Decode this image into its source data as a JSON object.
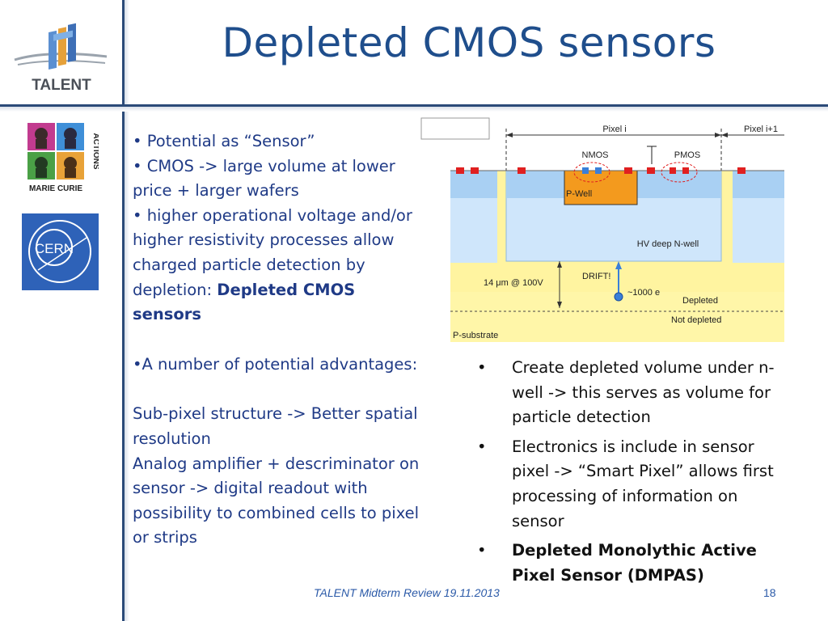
{
  "slide": {
    "title": "Depleted CMOS sensors",
    "footer": "TALENT Midterm Review 19.11.2013",
    "page_number": "18"
  },
  "logos": {
    "talent_text": "TALENT",
    "marie_curie_text": "MARIE CURIE",
    "actions_text": "ACTIONS",
    "cern_text": "CERN"
  },
  "left_column": {
    "bullet1": "• Potential as “Sensor”",
    "bullet2": "• CMOS -> large volume at lower price + larger wafers",
    "bullet3_plain": "• higher operational voltage and/or higher resistivity processes allow charged  particle detection by depletion: ",
    "bullet3_bold": "Depleted CMOS sensors",
    "bullet4": "•A number of potential advantages:",
    "para1": "Sub-pixel structure -> Better spatial resolution",
    "para2": "Analog amplifier + descriminator on sensor -> digital readout with possibility to combined cells to pixel or strips"
  },
  "diagram": {
    "pixel_i": "Pixel i",
    "pixel_i1": "Pixel i+1",
    "nmos": "NMOS",
    "pmos": "PMOS",
    "pwell": "P-Well",
    "hv_nwell": "HV deep N-well",
    "drift": "DRIFT!",
    "depth": "14 μm @ 100V",
    "electrons": "~1000 e",
    "depleted": "Depleted",
    "not_depleted": "Not depleted",
    "psubstrate": "P-substrate"
  },
  "right_bullets": {
    "marker": "•",
    "item1": "Create depleted volume under n-well -> this serves as volume for particle detection",
    "item2": "Electronics is include in sensor pixel -> “Smart Pixel” allows first processing of information on sensor",
    "item3": "Depleted Monolythic Active Pixel Sensor (DMPAS)"
  }
}
